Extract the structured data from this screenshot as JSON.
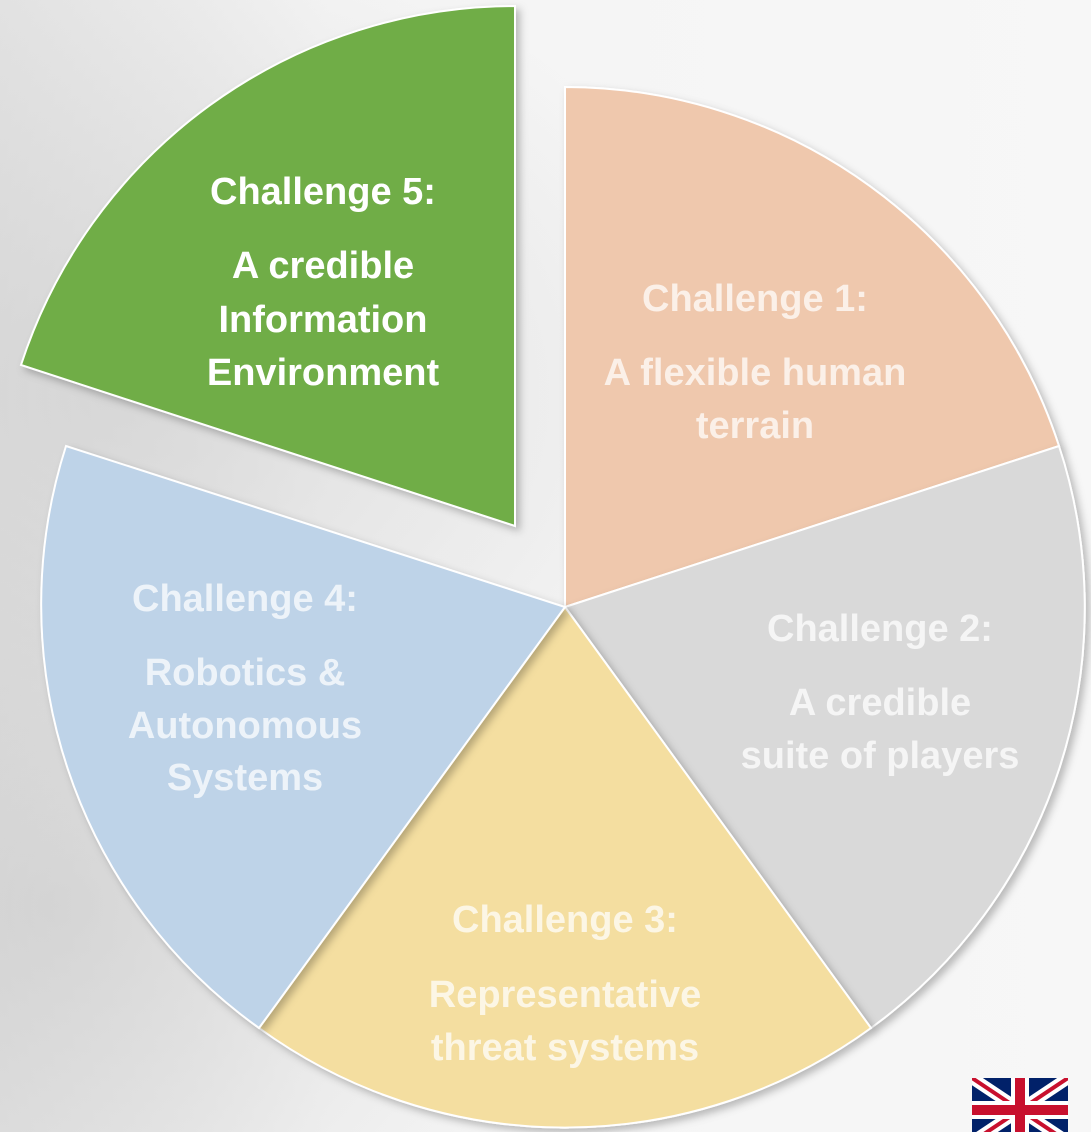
{
  "segments": [
    {
      "id": "challenge-1",
      "title": "Challenge 1:",
      "lines": [
        "A flexible human",
        "terrain"
      ],
      "color": "#efc8ad"
    },
    {
      "id": "challenge-2",
      "title": "Challenge 2:",
      "lines": [
        "A credible",
        "suite of players"
      ],
      "color": "#d9d9d9"
    },
    {
      "id": "challenge-3",
      "title": "Challenge 3:",
      "lines": [
        "Representative",
        "threat systems"
      ],
      "color": "#f4dea0"
    },
    {
      "id": "challenge-4",
      "title": "Challenge 4:",
      "lines": [
        "Robotics &",
        "Autonomous",
        "Systems"
      ],
      "color": "#bed3e8"
    },
    {
      "id": "challenge-5",
      "title": "Challenge 5:",
      "lines": [
        "A credible",
        "Information",
        "Environment"
      ],
      "color": "#70ad47"
    }
  ],
  "flag_icon": "union-jack-flag-icon"
}
